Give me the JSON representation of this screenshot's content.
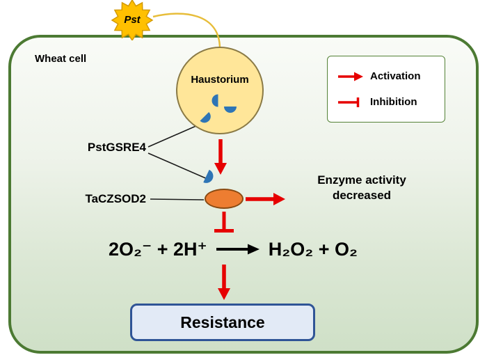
{
  "cell": {
    "label": "Wheat cell"
  },
  "pathogen": {
    "label": "Pst"
  },
  "haustorium": {
    "label": "Haustorium"
  },
  "effector": {
    "label": "PstGSRE4"
  },
  "enzyme": {
    "label": "TaCZSOD2"
  },
  "outcome": {
    "line1": "Enzyme activity",
    "line2": "decreased"
  },
  "reaction": {
    "lhs": "2O₂⁻ + 2H⁺",
    "rhs": "H₂O₂ + O₂"
  },
  "resistance": {
    "label": "Resistance"
  },
  "legend": {
    "activation": "Activation",
    "inhibition": "Inhibition"
  },
  "colors": {
    "cell_border": "#4c7a33",
    "cell_fill_top": "#f9fbf7",
    "cell_fill_bottom": "#cfe0c7",
    "pathogen_fill": "#ffc000",
    "pathogen_connector": "#e7bd3a",
    "haustorium_fill": "#ffe699",
    "effector_blue": "#2e75b6",
    "enzyme_orange": "#ed7d31",
    "arrow_red": "#e60000",
    "reaction_arrow_black": "#000000",
    "resistance_fill": "#e2eaf6",
    "resistance_border": "#2f5496",
    "legend_border": "#538135"
  }
}
